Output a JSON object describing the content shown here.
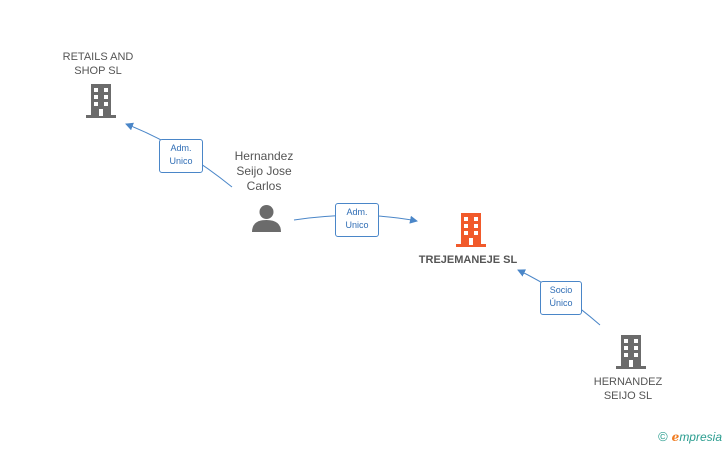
{
  "nodes": {
    "retails": {
      "label": "RETAILS AND\nSHOP SL"
    },
    "person": {
      "label": "Hernandez\nSeijo Jose\nCarlos"
    },
    "focus": {
      "label": "TREJEMANEJE SL"
    },
    "hernandez_seijo": {
      "label": "HERNANDEZ\nSEIJO SL"
    }
  },
  "edges": {
    "person_to_retails": {
      "line1": "Adm.",
      "line2": "Unico"
    },
    "person_to_focus": {
      "line1": "Adm.",
      "line2": "Unico"
    },
    "hernandez_to_focus": {
      "line1": "Socio",
      "line2": "Único"
    }
  },
  "colors": {
    "company": "#6b6b6b",
    "focus_company": "#f15a2b",
    "edge": "#4a86c8"
  },
  "brand": {
    "copyright": "©",
    "initial": "e",
    "rest": "mpresia"
  }
}
